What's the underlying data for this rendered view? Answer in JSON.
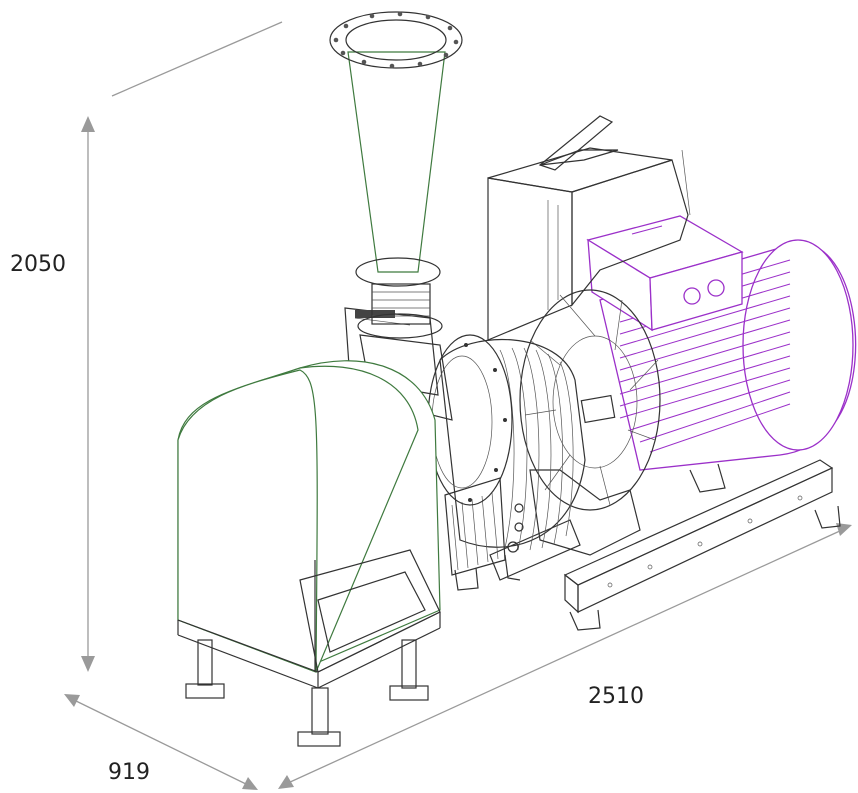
{
  "dimensions": {
    "height": "2050",
    "length": "2510",
    "width": "919"
  },
  "colors": {
    "motor": "#9b30c9",
    "inlet": "#3f7a3f",
    "dimension_line": "#9a9a9a",
    "outline": "#333333"
  }
}
